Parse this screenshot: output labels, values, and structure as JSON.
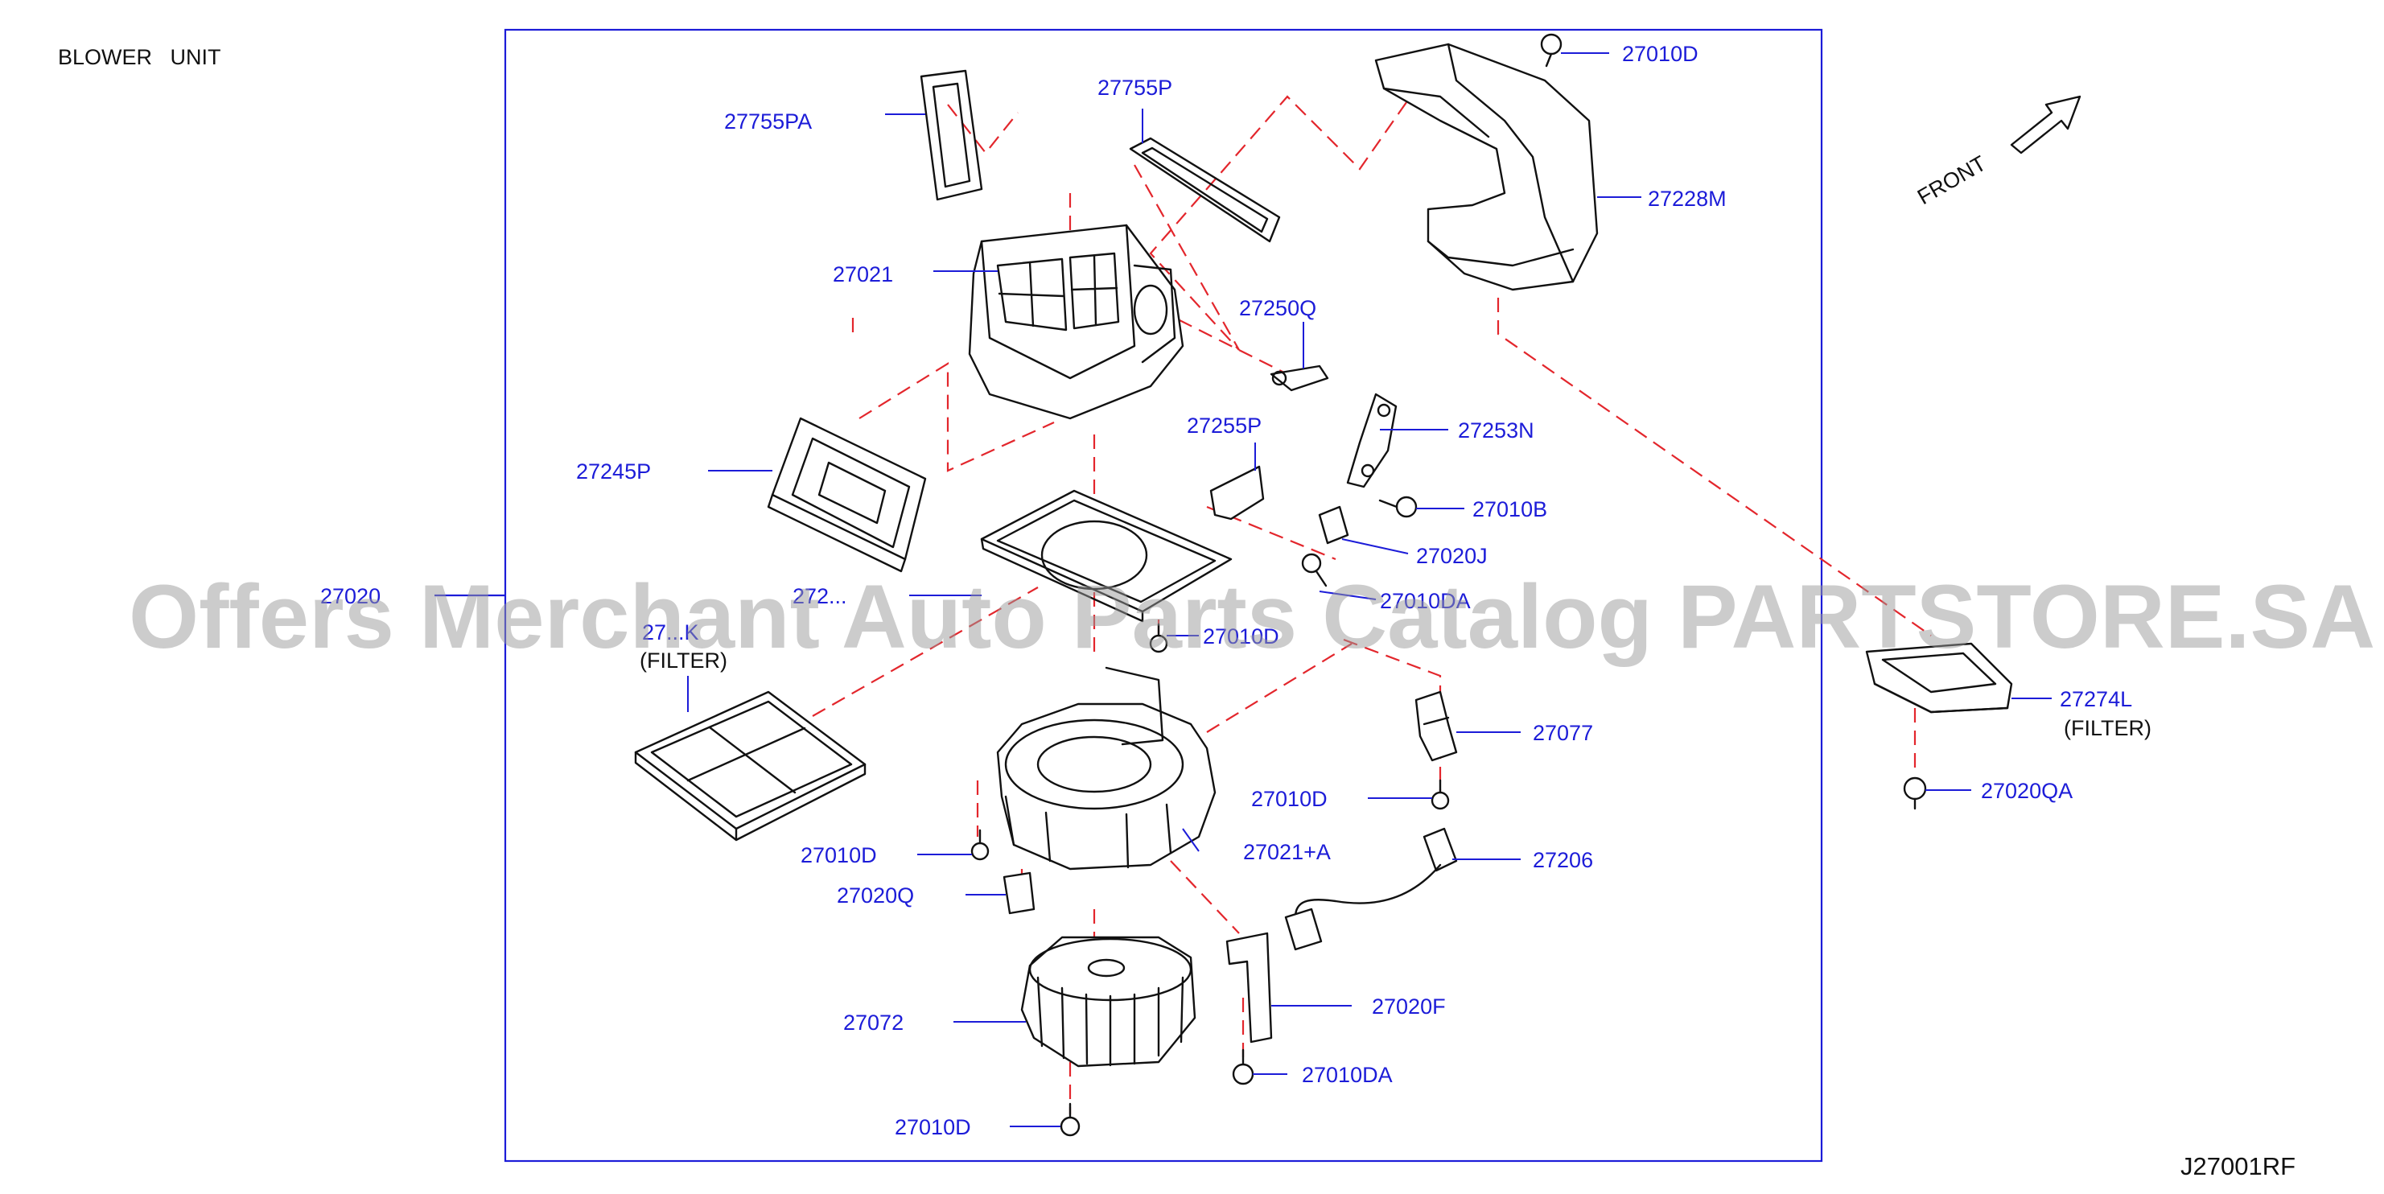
{
  "title": "BLOWER   UNIT",
  "diagram_code": "J27001RF",
  "direction_label": "FRONT",
  "watermark": "Offers Merchant Auto Parts Catalog PARTSTORE.SA",
  "colors": {
    "part_label": "#1c1cd8",
    "frame": "#1c1cd8",
    "guide_line": "#e3262c",
    "watermark": "#9a9a9a"
  },
  "parts": [
    {
      "number": "27010D"
    },
    {
      "number": "27755P"
    },
    {
      "number": "27755PA"
    },
    {
      "number": "27228M"
    },
    {
      "number": "27021"
    },
    {
      "number": "27250Q"
    },
    {
      "number": "27255P"
    },
    {
      "number": "27253N"
    },
    {
      "number": "27245P"
    },
    {
      "number": "27010B"
    },
    {
      "number": "27020J"
    },
    {
      "number": "27020"
    },
    {
      "number": "272..."
    },
    {
      "number": "27010DA"
    },
    {
      "number": "27010D"
    },
    {
      "number": "27...K"
    },
    {
      "number": "(FILTER)"
    },
    {
      "number": "27274L"
    },
    {
      "number": "(FILTER)"
    },
    {
      "number": "27077"
    },
    {
      "number": "27010D"
    },
    {
      "number": "27020QA"
    },
    {
      "number": "27021+A"
    },
    {
      "number": "27010D"
    },
    {
      "number": "27206"
    },
    {
      "number": "27020Q"
    },
    {
      "number": "27020F"
    },
    {
      "number": "27072"
    },
    {
      "number": "27010DA"
    },
    {
      "number": "27010D"
    }
  ]
}
